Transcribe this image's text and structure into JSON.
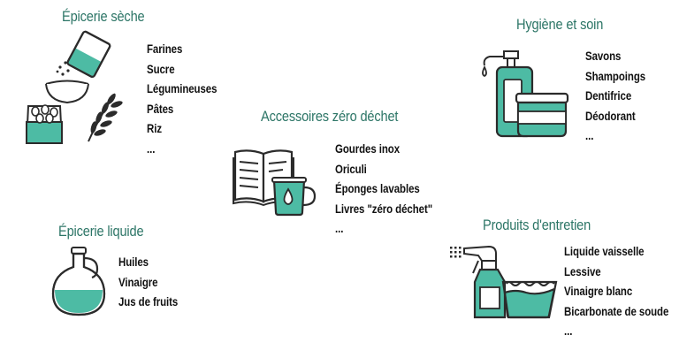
{
  "colors": {
    "accent": "#4dbba4",
    "title": "#2c7566",
    "ink": "#2b2b2b"
  },
  "sections": {
    "epicerie_seche": {
      "title": "Épicerie sèche",
      "icon": "flour-bowl-coffee-wheat-icon",
      "items": [
        "Farines",
        "Sucre",
        "Légumineuses",
        "Pâtes",
        "Riz",
        "..."
      ]
    },
    "hygiene": {
      "title": "Hygiène et soin",
      "icon": "soap-bottle-jar-icon",
      "items": [
        "Savons",
        "Shampoings",
        "Dentifrice",
        "Déodorant",
        "..."
      ]
    },
    "accessoires": {
      "title": "Accessoires zéro déchet",
      "icon": "book-mug-icon",
      "items": [
        "Gourdes inox",
        "Oriculi",
        "Éponges lavables",
        "Livres \"zéro déchet\"",
        "..."
      ]
    },
    "epicerie_liquide": {
      "title": "Épicerie liquide",
      "icon": "oil-jug-icon",
      "items": [
        "Huiles",
        "Vinaigre",
        "Jus de fruits"
      ]
    },
    "entretien": {
      "title": "Produits d'entretien",
      "icon": "spray-bottle-basin-icon",
      "items": [
        "Liquide vaisselle",
        "Lessive",
        "Vinaigre blanc",
        "Bicarbonate de soude",
        "..."
      ]
    }
  }
}
